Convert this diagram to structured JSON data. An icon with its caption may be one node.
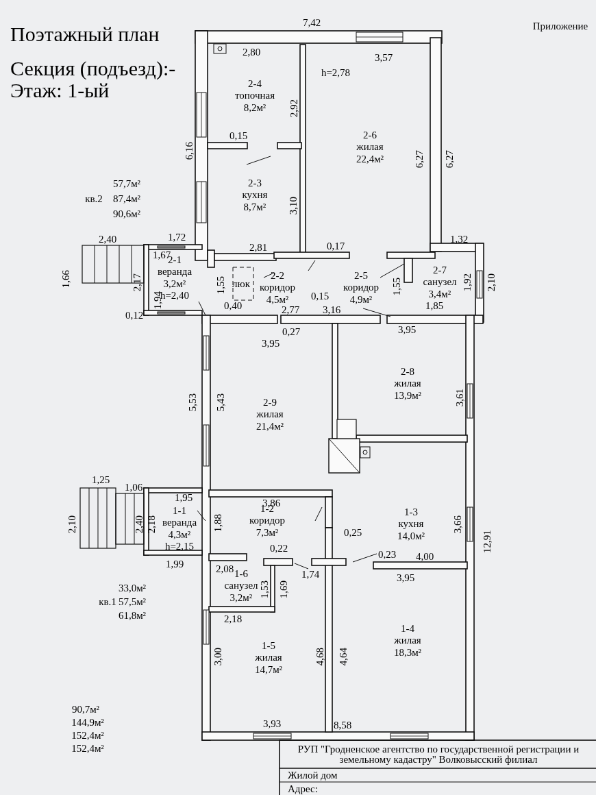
{
  "diagram": {
    "title": "Поэтажный план",
    "nodes": [
      {
        "text": [
          "2-4",
          "топочная",
          "8,2м²"
        ]
      },
      {
        "text": [
          "2-6",
          "жилая",
          "22,4м²"
        ]
      },
      {
        "text": [
          "2-3",
          "кухня",
          "8,7м²"
        ]
      },
      {
        "text": [
          "2-1",
          "веранда",
          "3,2м²",
          "h=2,40"
        ]
      },
      {
        "text": [
          "2-2",
          "коридор",
          "4,5м²"
        ]
      },
      {
        "text": [
          "2-5",
          "коридор",
          "4,9м²"
        ]
      },
      {
        "text": [
          "2-7",
          "санузел",
          "3,4м²"
        ]
      },
      {
        "text": [
          "2-9",
          "жилая",
          "21,4м²"
        ]
      },
      {
        "text": [
          "2-8",
          "жилая",
          "13,9м²"
        ]
      },
      {
        "text": [
          "1-3",
          "кухня",
          "14,0м²"
        ]
      },
      {
        "text": [
          "1-1",
          "веранда",
          "4,3м²",
          "h=2,15"
        ]
      },
      {
        "text": [
          "1-2",
          "коридор",
          "7,3м²"
        ]
      },
      {
        "text": [
          "1-6",
          "санузел",
          "3,2м²"
        ]
      },
      {
        "text": [
          "1-5",
          "жилая",
          "14,7м²"
        ]
      },
      {
        "text": [
          "1-4",
          "жилая",
          "18,3м²"
        ]
      }
    ],
    "labels": [
      "Секция (подъезд):-",
      "Этаж: 1-ый",
      "Приложение",
      "7,42",
      "2,80",
      "3,57",
      "h=2,78",
      "2,92",
      "6,16",
      "0,15",
      "6,27",
      "6,27",
      "57,7м²",
      "кв.2",
      "87,4м²",
      "90,6м²",
      "3,10",
      "2,40",
      "1,72",
      "1,67",
      "2,81",
      "0,17",
      "1,32",
      "1,66",
      "2,17",
      "1,55",
      "люк",
      "1,55",
      "1,92",
      "2,10",
      "1,94",
      "0,40",
      "0,15",
      "2,77",
      "3,16",
      "1,85",
      "0,12",
      "0,27",
      "3,95",
      "3,95",
      "5,53",
      "5,43",
      "3,61",
      "1,25",
      "1,06",
      "1,95",
      "3,86",
      "2,10",
      "2,40",
      "2,18",
      "1,88",
      "3,66",
      "0,25",
      "12,91",
      "0,22",
      "0,23",
      "4,00",
      "1,99",
      "2,08",
      "1,74",
      "3,95",
      "1,53",
      "1,69",
      "33,0м²",
      "кв.1",
      "57,5м²",
      "61,8м²",
      "2,18",
      "3,00",
      "4,68",
      "4,64",
      "3,93",
      "90,7м²",
      "144,9м²",
      "152,4м²",
      "152,4м²",
      "8,58",
      "РУП \"Гродненское агентство по государственной регистрации и земельному кадастру\" Волковысский филиал",
      "Жилой дом",
      "Адрес:"
    ]
  }
}
